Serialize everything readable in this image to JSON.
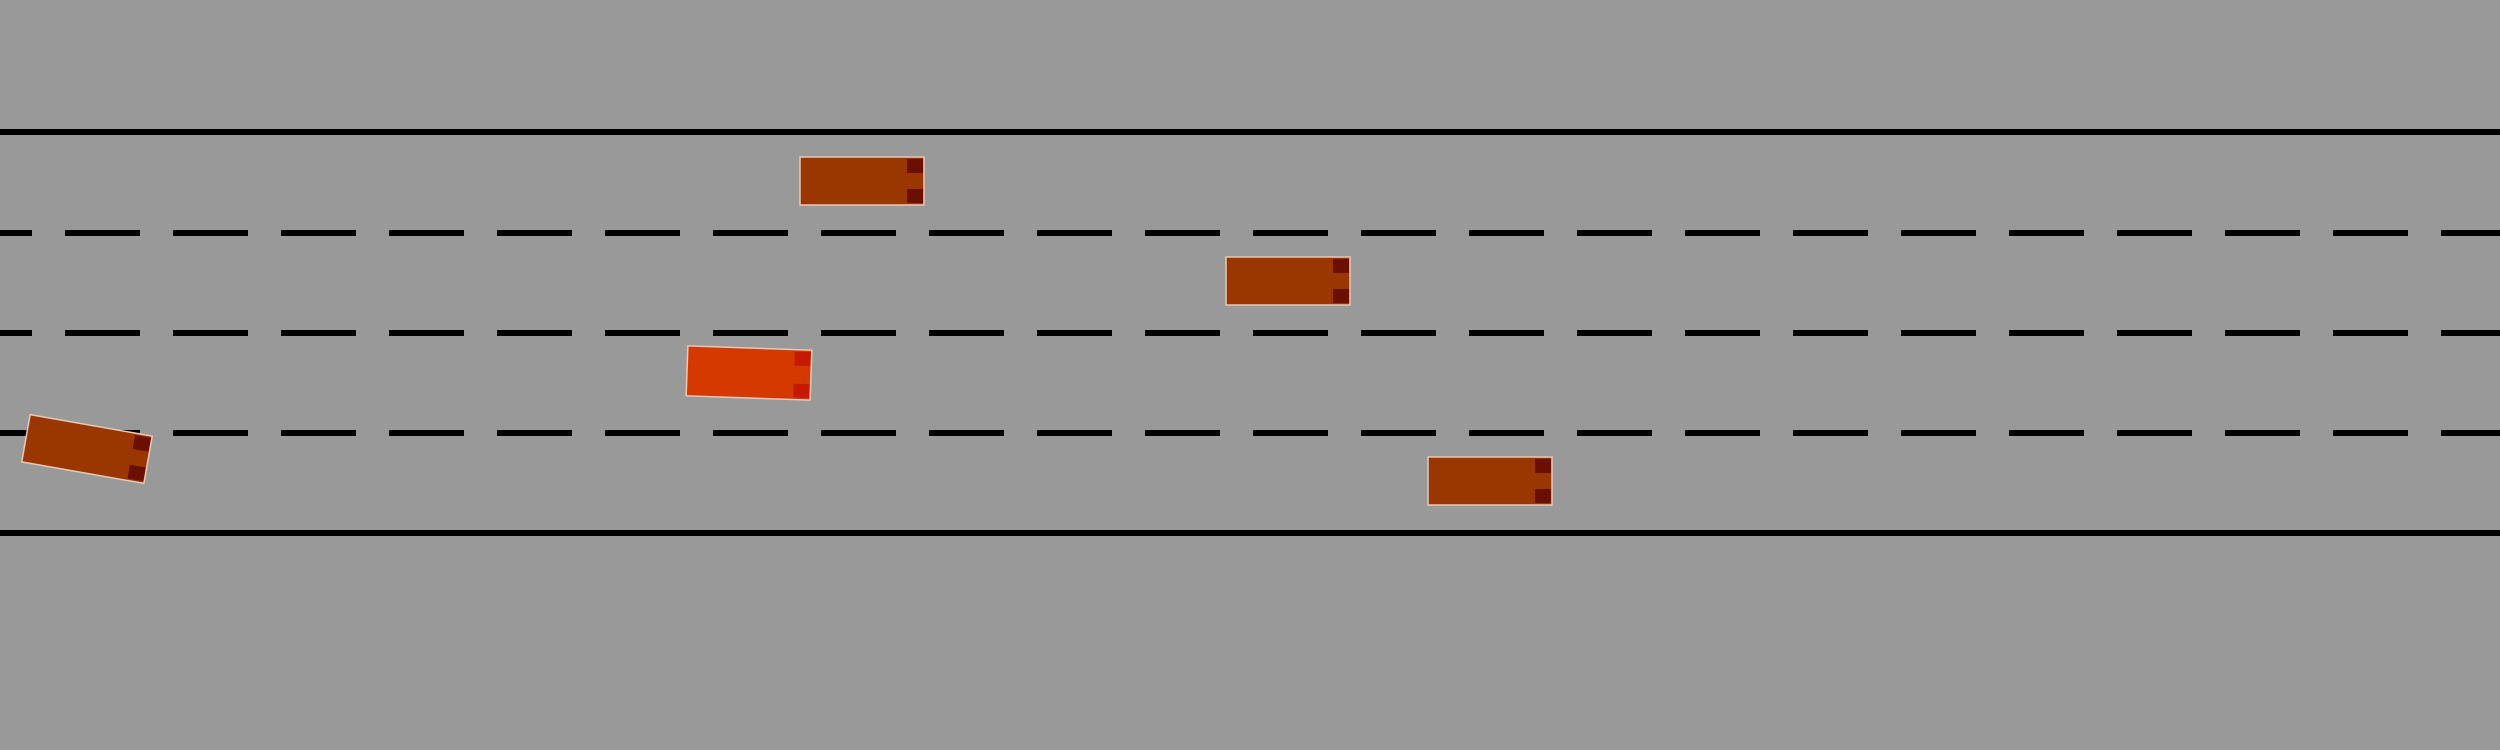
{
  "scene": {
    "type": "highway-driving-simulation",
    "lanes_count": 4,
    "colors": {
      "background": "#999999",
      "road_line": "#000000",
      "ego_vehicle_body": "#d43a00",
      "ego_vehicle_lights": "#c41a00",
      "other_vehicle_body": "#9a3700",
      "other_vehicle_lights": "#6b0f00",
      "vehicle_outline": "#e8c8b8"
    }
  },
  "vehicles": [
    {
      "id": "ego",
      "role": "ego",
      "lane": 3
    },
    {
      "id": "vehicle-1",
      "role": "other",
      "lane": 1
    },
    {
      "id": "vehicle-2",
      "role": "other",
      "lane": 2
    },
    {
      "id": "vehicle-3",
      "role": "other",
      "lane": 4
    },
    {
      "id": "vehicle-4",
      "role": "other",
      "lane": 4
    }
  ]
}
